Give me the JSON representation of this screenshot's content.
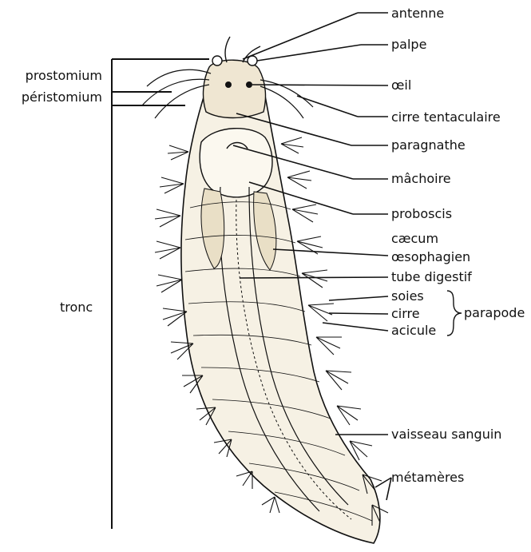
{
  "figure": {
    "labels_left": {
      "prostomium": "prostomium",
      "peristomium": "péristomium",
      "tronc": "tronc"
    },
    "labels_right": {
      "antenne": "antenne",
      "palpe": "palpe",
      "oeil": "œil",
      "cirre_tentaculaire": "cirre tentaculaire",
      "paragnathe": "paragnathe",
      "machoire": "mâchoire",
      "proboscis": "proboscis",
      "caecum_line1": "cæcum",
      "caecum_line2": "œsophagien",
      "tube_digestif": "tube digestif",
      "soies": "soies",
      "cirre": "cirre",
      "acicule": "acicule",
      "parapode": "parapode",
      "vaisseau_sanguin": "vaisseau sanguin",
      "metameres": "métamères"
    }
  }
}
